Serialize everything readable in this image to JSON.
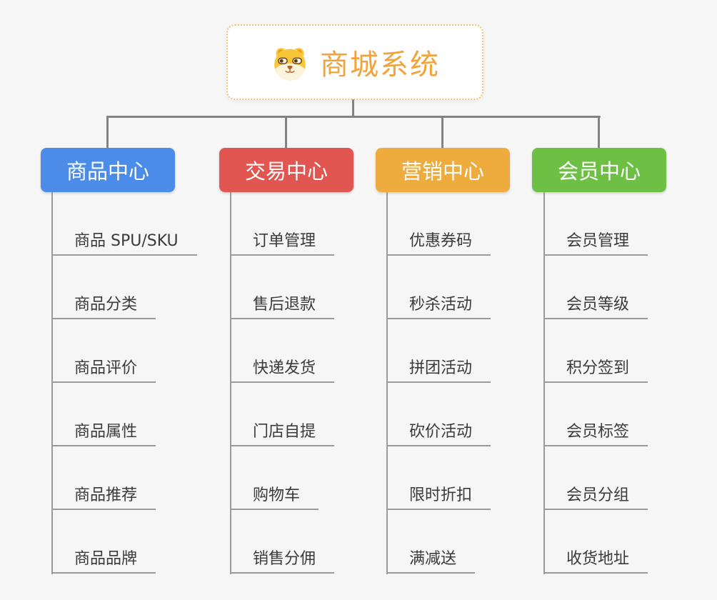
{
  "root": {
    "title": "商城系统",
    "title_color": "#f1a43d",
    "border_color": "#f2c075",
    "icon": "dog-face-icon"
  },
  "colors": {
    "background": "#f6f6f6",
    "connector_line": "#838383",
    "leaf_line": "#9a9a9a",
    "leaf_text": "#3a3a3a"
  },
  "branches": [
    {
      "label": "商品中心",
      "color": "#4a8ce8",
      "items": [
        "商品 SPU/SKU",
        "商品分类",
        "商品评价",
        "商品属性",
        "商品推荐",
        "商品品牌"
      ]
    },
    {
      "label": "交易中心",
      "color": "#e25651",
      "items": [
        "订单管理",
        "售后退款",
        "快递发货",
        "门店自提",
        "购物车",
        "销售分佣"
      ]
    },
    {
      "label": "营销中心",
      "color": "#eeab3e",
      "items": [
        "优惠券码",
        "秒杀活动",
        "拼团活动",
        "砍价活动",
        "限时折扣",
        "满减送"
      ]
    },
    {
      "label": "会员中心",
      "color": "#6dc044",
      "items": [
        "会员管理",
        "会员等级",
        "积分签到",
        "会员标签",
        "会员分组",
        "收货地址"
      ]
    }
  ]
}
